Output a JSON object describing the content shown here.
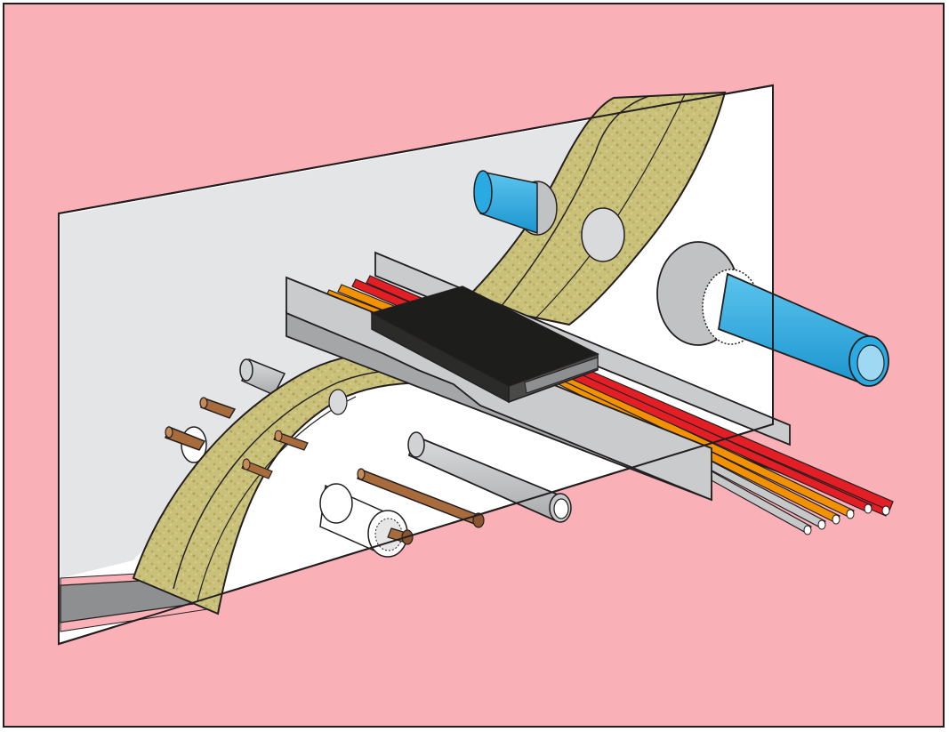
{
  "figure": {
    "colors": {
      "wall": "#f9b0b6",
      "opening_white": "#ffffff",
      "opening_shade": "#e3e5e7",
      "mineral_wool": "#c9c07a",
      "mineral_wool_dark": "#b2a863",
      "tray": "#c9cbcd",
      "tray_dark": "#a4a6a8",
      "fire_block": "#1d1d1b",
      "cable_red": "#e31e24",
      "cable_orange": "#f39200",
      "cable_grey": "#c6c8ca",
      "pipe_blue": "#2aaae2",
      "pipe_blue_light": "#9fd8f2",
      "copper": "#a86b3c",
      "insulation_grey": "#c0c2c4",
      "outline": "#231f20"
    },
    "components": [
      "wall-opening",
      "mineral-wool-batt-upper",
      "mineral-wool-batt-lower",
      "cable-tray",
      "fire-stop-block",
      "cable-bundle",
      "blue-pipe-upper",
      "blue-pipe-insulated",
      "copper-pipe-insulated",
      "copper-pipe",
      "grey-pipe",
      "steel-profile-bottom"
    ]
  }
}
